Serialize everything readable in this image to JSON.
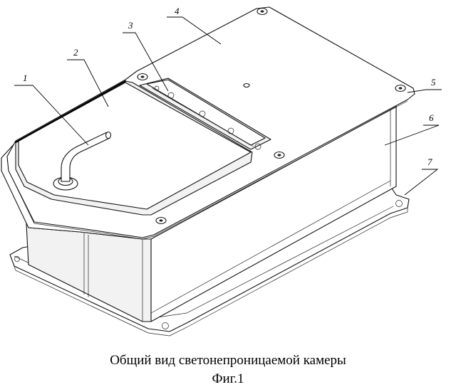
{
  "figure": {
    "labels": [
      "1",
      "2",
      "3",
      "4",
      "5",
      "6",
      "7"
    ]
  },
  "caption": {
    "description": "Общий вид светонепроницаемой  камеры",
    "figure_number": "Фиг.1"
  }
}
